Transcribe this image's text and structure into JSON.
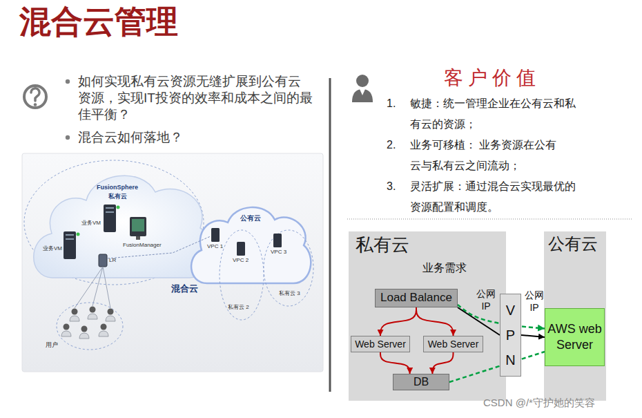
{
  "diagram": {
    "title": "混合云管理",
    "nodes": [
      {
        "text": [
          "私有云"
        ]
      },
      {
        "text": [
          "Load Balance"
        ],
        "in": 0
      },
      {
        "text": [
          "Web Server"
        ],
        "in": 0
      },
      {
        "text": [
          "Web Server"
        ],
        "in": 0
      },
      {
        "text": [
          "DB"
        ],
        "in": 0
      },
      {
        "text": [
          "VPN"
        ]
      },
      {
        "text": [
          "公有云"
        ]
      },
      {
        "text": [
          "AWS web Server"
        ],
        "in": 6
      }
    ],
    "edges": [
      {
        "from": 1,
        "to": 2,
        "arrow": "to"
      },
      {
        "from": 1,
        "to": 3,
        "arrow": "to"
      },
      {
        "from": 2,
        "to": 4,
        "arrow": "to"
      },
      {
        "from": 3,
        "to": 4,
        "arrow": "to"
      },
      {
        "from": 1,
        "to": 5,
        "arrow": "none"
      },
      {
        "from": 5,
        "to": 7,
        "arrow": "to"
      },
      {
        "from": 1,
        "to": 7,
        "arrow": "to"
      },
      {
        "from": 4,
        "to": 7,
        "arrow": "none"
      }
    ],
    "labels": [
      "如何实现私有云资源无缝扩展到公有云资源，实现IT投资的效率和成本之间的最佳平衡？",
      "混合云如何落地？",
      "FusionSphere",
      "私有云",
      "业务VM",
      "业务VM",
      "FusionManager",
      "LR",
      "混合云",
      "公有云",
      "VPC 1",
      "VPC 2",
      "VPC 3",
      "私有云 2",
      "私有云 3",
      "用户",
      "客户价值",
      "1.",
      "敏捷：统一管理企业在公有云和私有云的资源；",
      "2.",
      "业务可移植： 业务资源在公有云与私有云之间流动；",
      "3.",
      "灵活扩展：通过混合云实现最优的资源配置和调度。",
      "业务需求",
      "公网 IP",
      "公网 IP",
      "CSDN @/*守护她的笑容"
    ]
  }
}
